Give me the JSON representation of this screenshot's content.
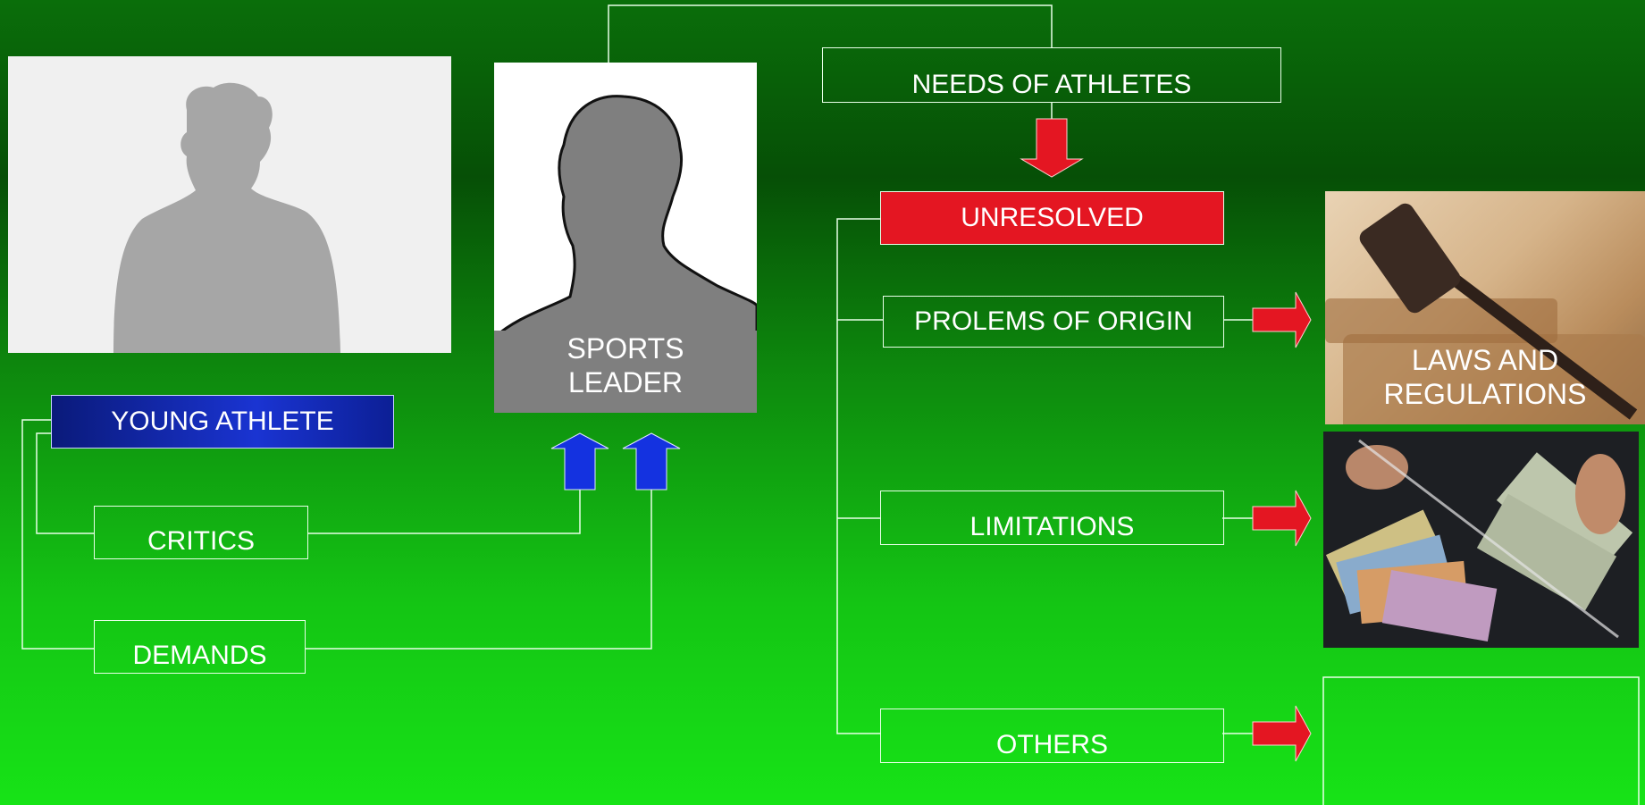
{
  "boxes": {
    "needs": "NEEDS OF ATHLETES",
    "unresolved": "UNRESOLVED",
    "origin": "PROLEMS OF ORIGIN",
    "limitations": "LIMITATIONS",
    "others": "OTHERS",
    "young_athlete": "YOUNG ATHLETE",
    "critics": "CRITICS",
    "demands": "DEMANDS"
  },
  "sports_leader": {
    "line1": "SPORTS",
    "line2": "LEADER"
  },
  "laws": {
    "line1": "LAWS AND",
    "line2": "REGULATIONS"
  },
  "colors": {
    "line": "#e8ffe8",
    "red_arrow": "#e41622",
    "blue_arrow": "#1432e0",
    "blue_box": "#1a34d2"
  }
}
